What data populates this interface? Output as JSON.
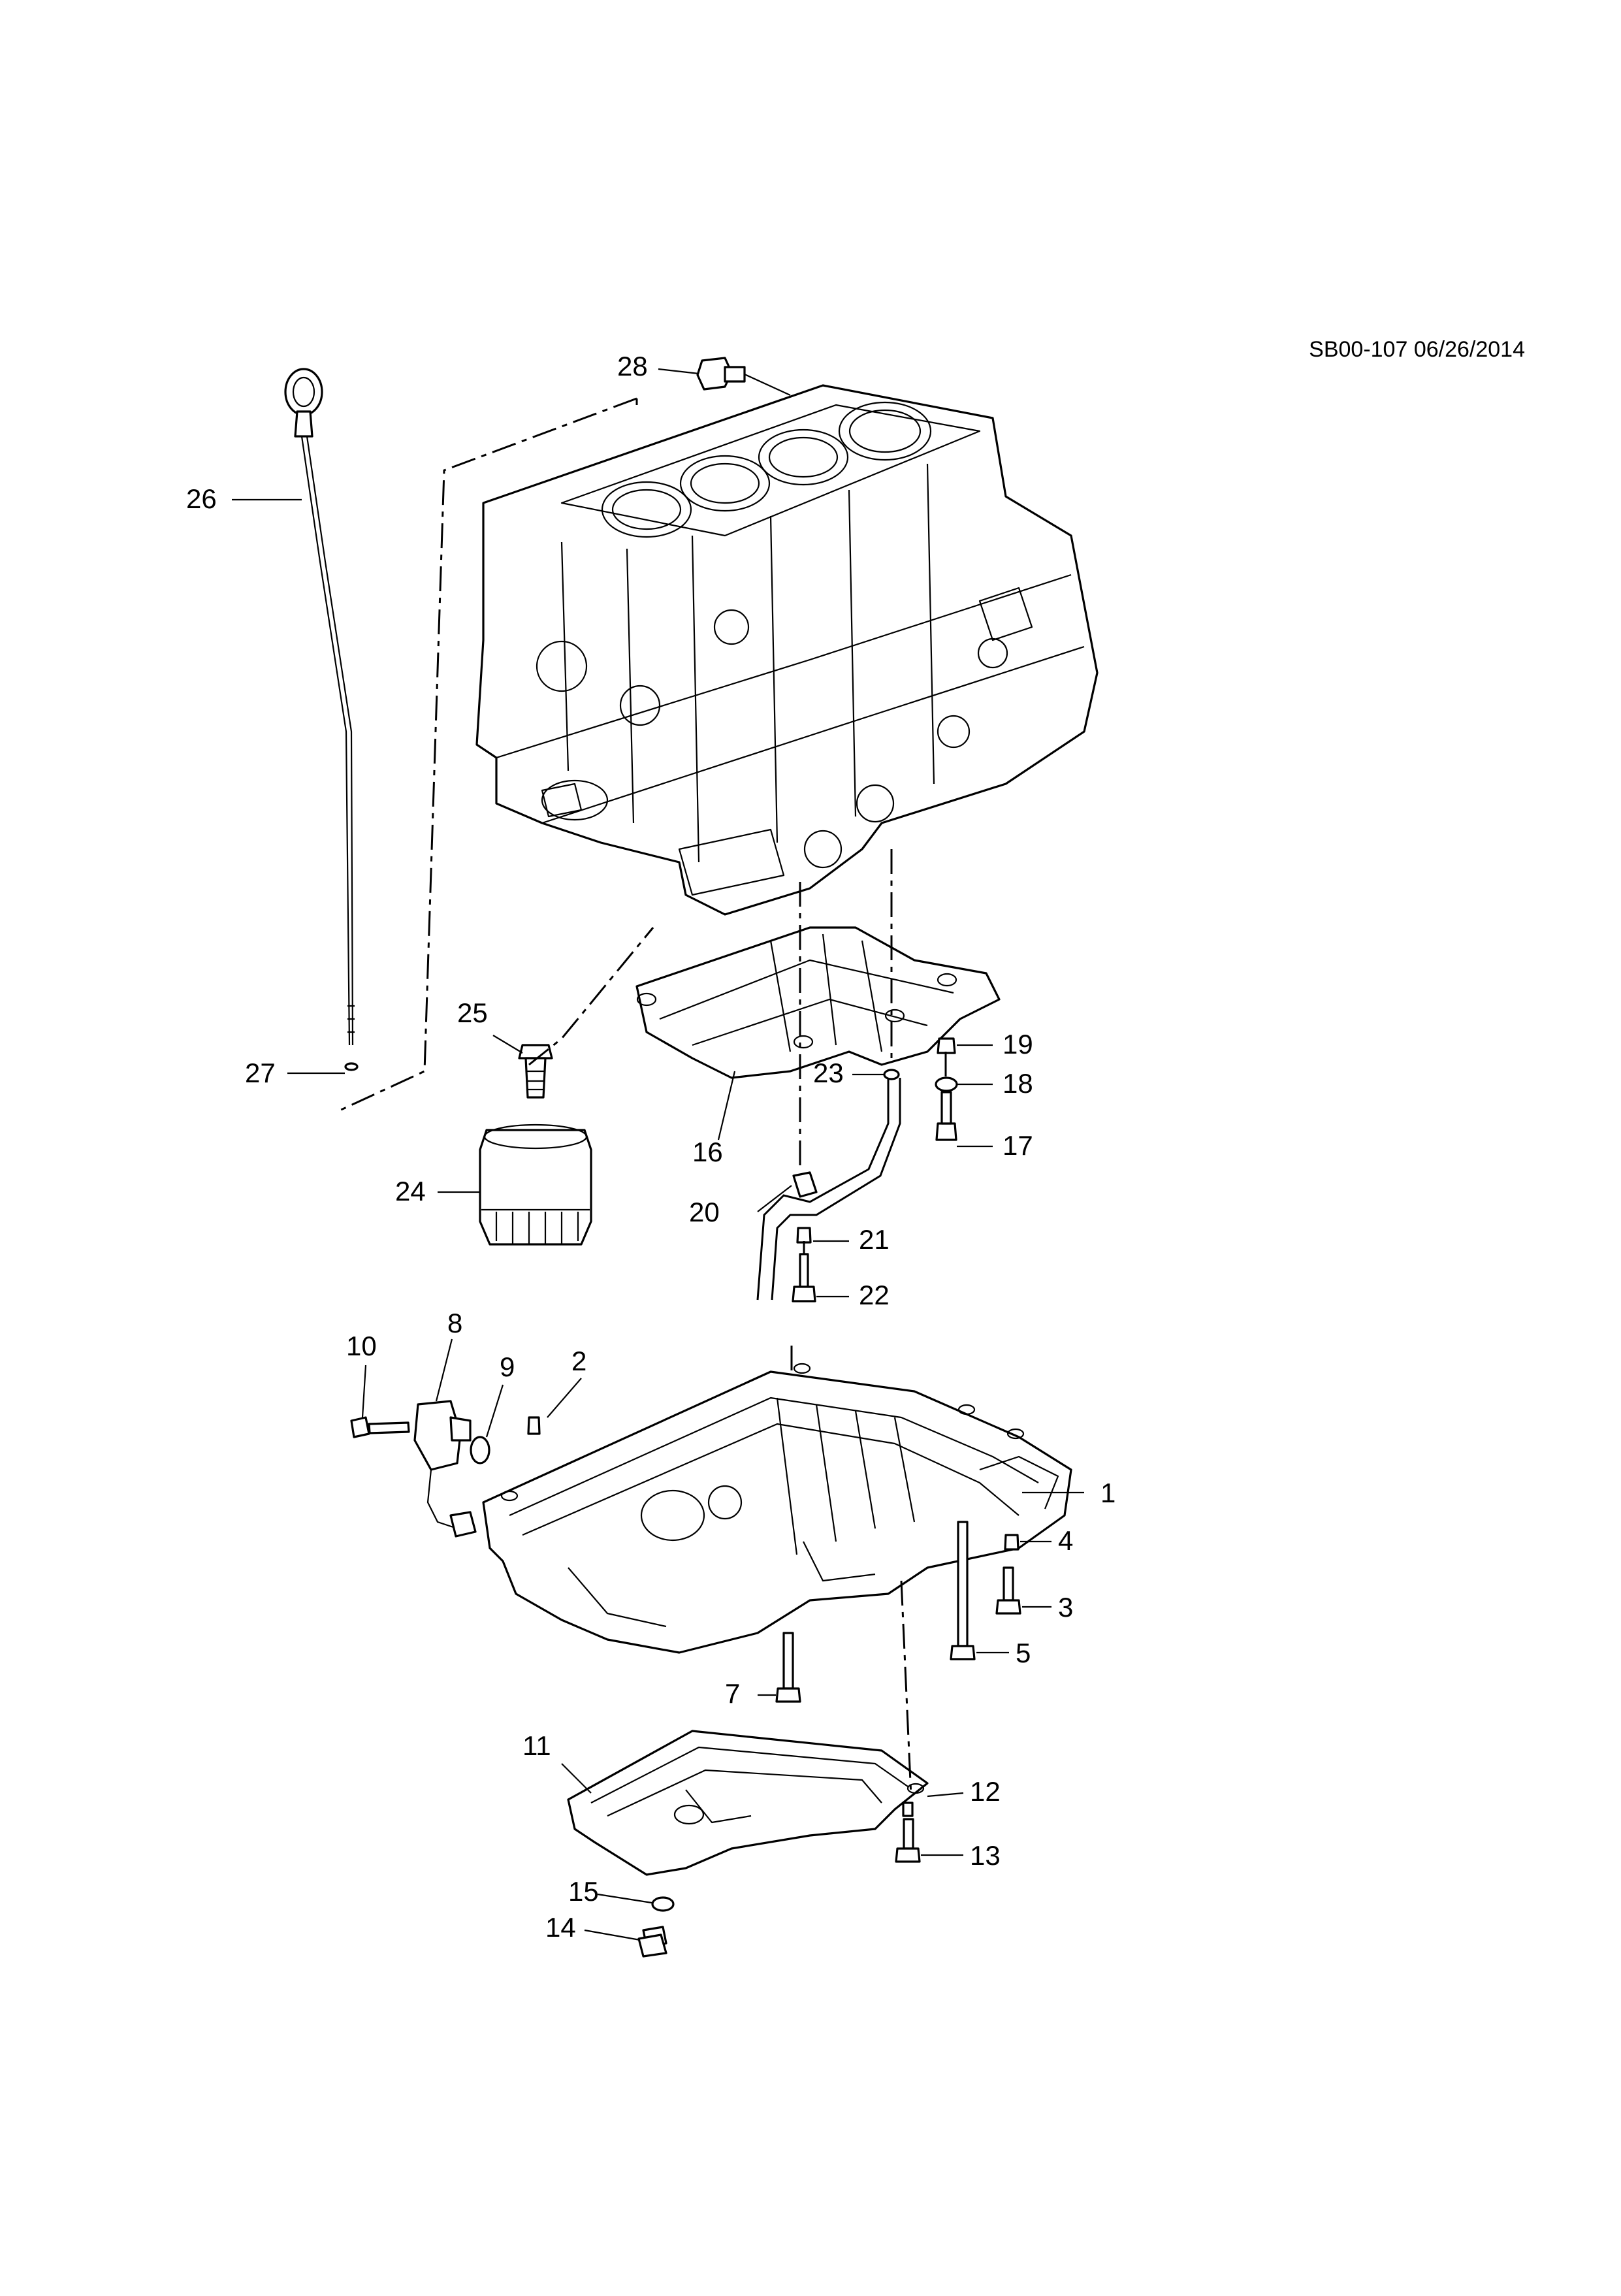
{
  "diagram": {
    "code": "SB00-107 06/26/2014",
    "callouts": [
      {
        "id": "c1",
        "text": "1"
      },
      {
        "id": "c2",
        "text": "2"
      },
      {
        "id": "c3",
        "text": "3"
      },
      {
        "id": "c4",
        "text": "4"
      },
      {
        "id": "c5",
        "text": "5"
      },
      {
        "id": "c7",
        "text": "7"
      },
      {
        "id": "c8",
        "text": "8"
      },
      {
        "id": "c9",
        "text": "9"
      },
      {
        "id": "c10",
        "text": "10"
      },
      {
        "id": "c11",
        "text": "11"
      },
      {
        "id": "c12",
        "text": "12"
      },
      {
        "id": "c13",
        "text": "13"
      },
      {
        "id": "c14",
        "text": "14"
      },
      {
        "id": "c15",
        "text": "15"
      },
      {
        "id": "c16",
        "text": "16"
      },
      {
        "id": "c17",
        "text": "17"
      },
      {
        "id": "c18",
        "text": "18"
      },
      {
        "id": "c19",
        "text": "19"
      },
      {
        "id": "c20",
        "text": "20"
      },
      {
        "id": "c21",
        "text": "21"
      },
      {
        "id": "c22",
        "text": "22"
      },
      {
        "id": "c23",
        "text": "23"
      },
      {
        "id": "c24",
        "text": "24"
      },
      {
        "id": "c25",
        "text": "25"
      },
      {
        "id": "c26",
        "text": "26"
      },
      {
        "id": "c27",
        "text": "27"
      },
      {
        "id": "c28",
        "text": "28"
      }
    ]
  }
}
